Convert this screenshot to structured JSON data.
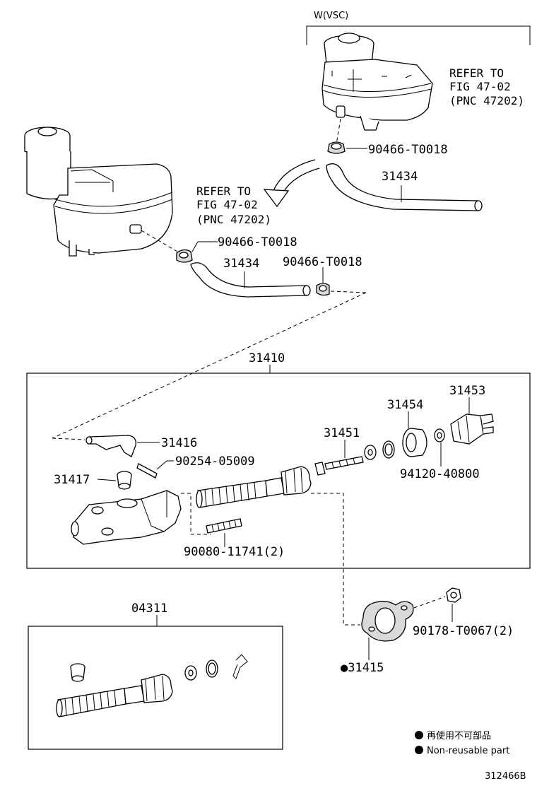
{
  "top_variant_label": "W(VSC)",
  "refer_upper": {
    "line1": "REFER TO",
    "line2": "FIG 47-02",
    "line3": "(PNC 47202)"
  },
  "refer_left": {
    "line1": "REFER TO",
    "line2": "FIG 47-02",
    "line3": "(PNC 47202)"
  },
  "parts": {
    "clip_upper": "90466-T0018",
    "hose_upper": "31434",
    "clip_left_1": "90466-T0018",
    "hose_left": "31434",
    "clip_left_2": "90466-T0018",
    "assy_31410": "31410",
    "p31416": "31416",
    "p90254": "90254-05009",
    "p31417": "31417",
    "p31451": "31451",
    "p31454": "31454",
    "p31453": "31453",
    "p94120": "94120-40800",
    "p90080": "90080-11741(2)",
    "p04311": "04311",
    "p90178": "90178-T0067(2)",
    "p31415": "●31415"
  },
  "legend": {
    "line1": "再使用不可部品",
    "line2": "Non-reusable part"
  },
  "figure_id": "312466B"
}
